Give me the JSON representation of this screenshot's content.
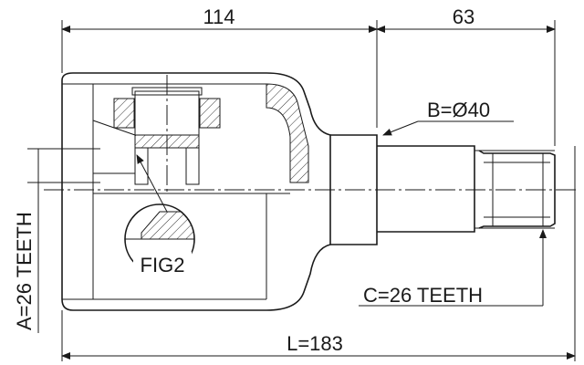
{
  "dimensions": {
    "top_left": "114",
    "top_right": "63",
    "bottom_total": "L=183"
  },
  "callouts": {
    "b_diameter": "B=Ø40",
    "c_teeth": "C=26 TEETH",
    "a_teeth": "A=26 TEETH",
    "figure_ref": "FIG2"
  }
}
